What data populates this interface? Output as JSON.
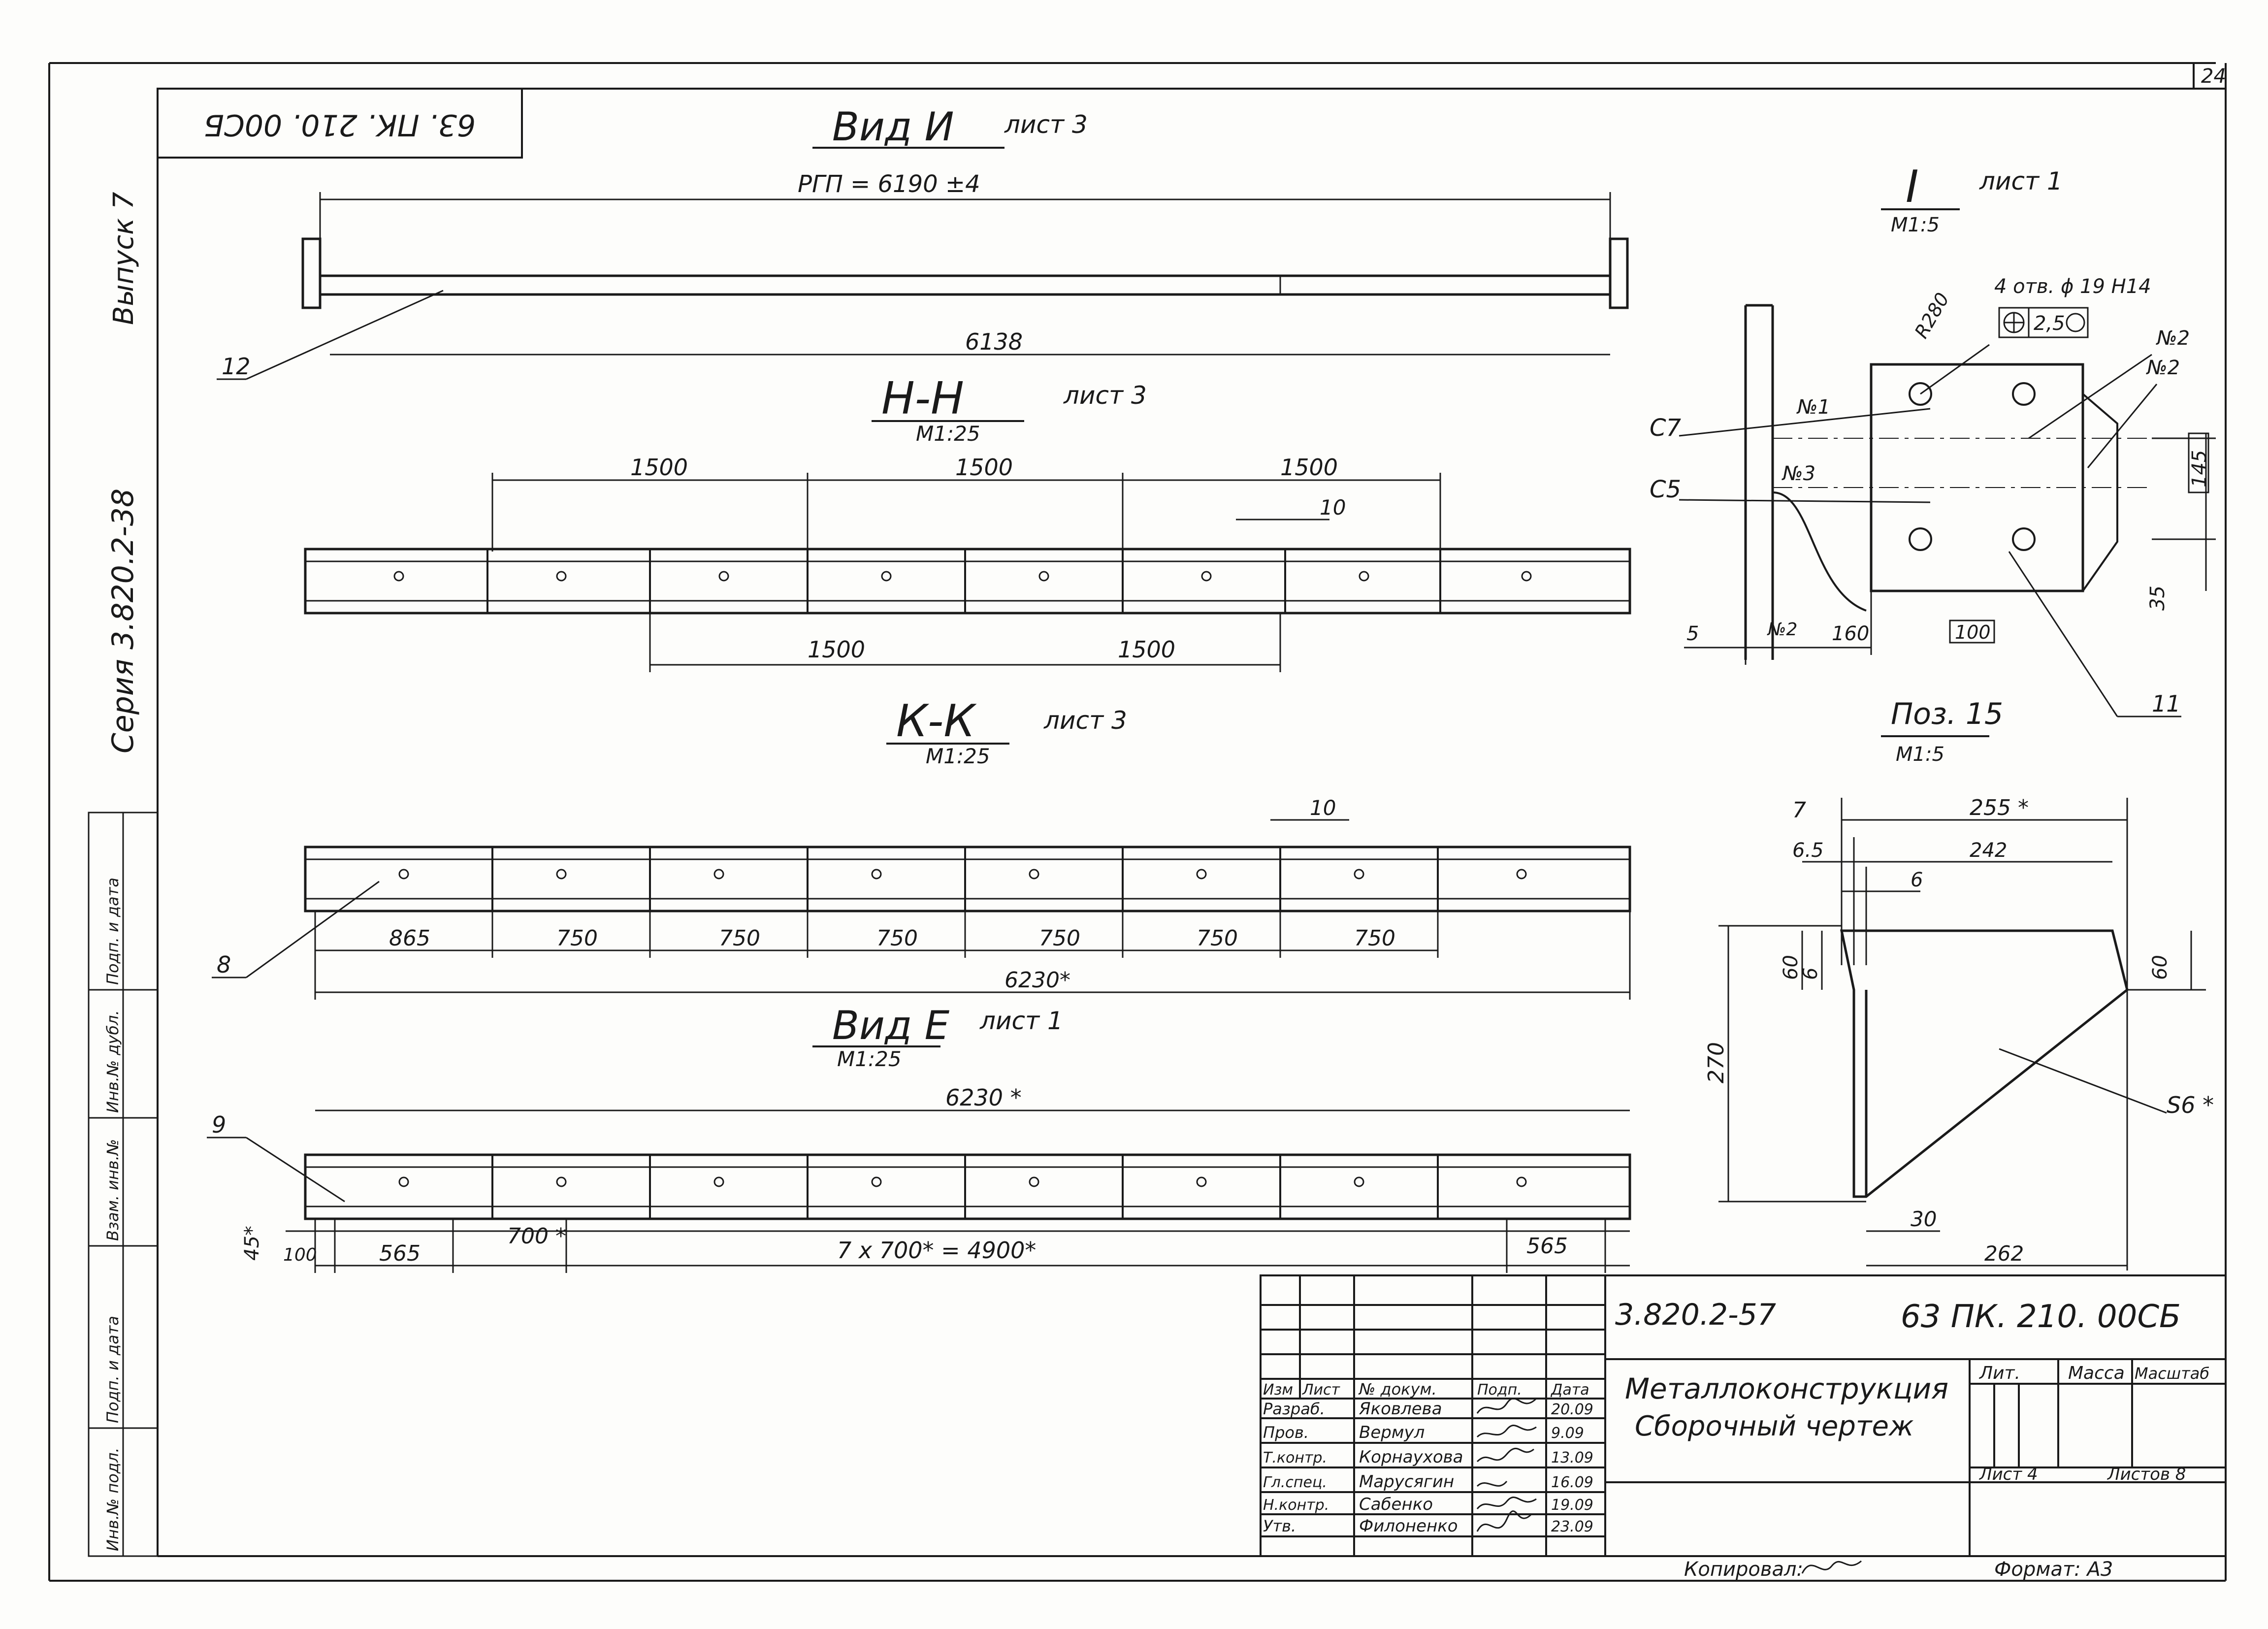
{
  "sheet": {
    "page_number": "24",
    "code_stamp": "63. ПК. 210. 00СБ",
    "vypusk": "Выпуск 7",
    "seria": "Серия 3.820.2-38"
  },
  "side_stamp": [
    "Инв.№ подл.",
    "Подп. и дата",
    "Взам. инв.№",
    "Инв.№ дубл.",
    "Подп. и дата"
  ],
  "views": {
    "vid_i": {
      "title": "Вид И",
      "sheet": "лист 3",
      "dim_top": "РГП = 6190 ±4",
      "dim_bottom": "6138",
      "pos": "12"
    },
    "nn": {
      "title": "Н-Н",
      "scale": "М1:25",
      "sheet": "лист 3",
      "dims_top": [
        "1500",
        "1500",
        "1500"
      ],
      "dim_small": "10",
      "dims_bottom": [
        "1500",
        "1500"
      ]
    },
    "kk": {
      "title": "К-К",
      "scale": "М1:25",
      "sheet": "лист 3",
      "dim_small": "10",
      "dims": [
        "865",
        "750",
        "750",
        "750",
        "750",
        "750",
        "750"
      ],
      "total": "6230*",
      "pos": "8"
    },
    "vid_e": {
      "title": "Вид Е",
      "scale": "М1:25",
      "sheet": "лист 1",
      "total": "6230 *",
      "pos": "9",
      "d45": "45*",
      "d100": "100",
      "d565a": "565",
      "d700": "700 *",
      "chain": "7 x 700* = 4900*",
      "d565b": "565"
    },
    "detail_i": {
      "title": "I",
      "scale": "М1:5",
      "sheet": "лист 1",
      "holes": "4 отв. ϕ 19 Н14",
      "tol": "2,5",
      "r": "R280",
      "n1": "№1",
      "n2a": "№2",
      "n2b": "№2",
      "n3": "№3",
      "n2c": "№2",
      "c7": "С7",
      "c5": "С5",
      "d145": "145",
      "d35": "35",
      "d5": "5",
      "d160": "160",
      "d100": "100",
      "pos": "11"
    },
    "poz15": {
      "title": "Поз. 15",
      "scale": "М1:5",
      "d7": "7",
      "d255": "255 *",
      "d65": "6.5",
      "d242": "242",
      "d6a": "6",
      "d60a": "60",
      "d6b": "6",
      "d60b": "60",
      "d270": "270",
      "s6": "S6 *",
      "d30": "30",
      "d262": "262"
    }
  },
  "title_block": {
    "ref": "3.820.2-57",
    "code": "63 ПК. 210. 00СБ",
    "name1": "Металлоконструкция",
    "name2": "Сборочный чертеж",
    "head": [
      "Изм",
      "Лист",
      "№ докум.",
      "Подп.",
      "Дата"
    ],
    "rows": [
      {
        "role": "Разраб.",
        "name": "Яковлева",
        "date": "20.09"
      },
      {
        "role": "Пров.",
        "name": "Вермул",
        "date": "9.09"
      },
      {
        "role": "Т.контр.",
        "name": "Корнаухова",
        "date": "13.09"
      },
      {
        "role": "Гл.спец.",
        "name": "Марусягин",
        "date": "16.09"
      },
      {
        "role": "Н.контр.",
        "name": "Сабенко",
        "date": "19.09"
      },
      {
        "role": "Утв.",
        "name": "Филоненко",
        "date": "23.09"
      }
    ],
    "lit": "Лит.",
    "massa": "Масса",
    "masshtab": "Масштаб",
    "list": "Лист 4",
    "listov": "Листов 8",
    "copied": "Копировал:",
    "format": "Формат: А3"
  }
}
